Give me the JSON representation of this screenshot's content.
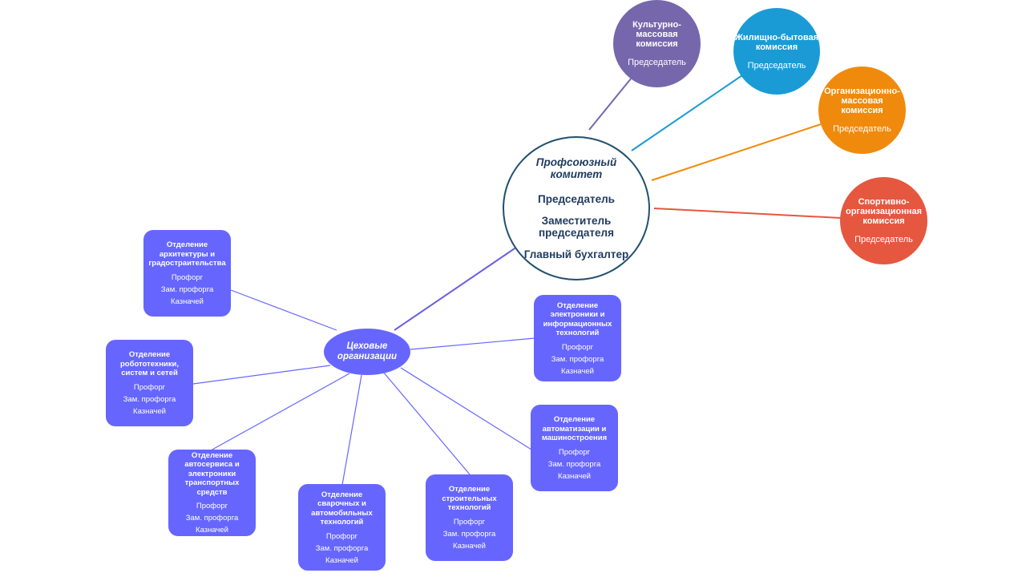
{
  "committee": {
    "title": "Профсоюзный комитет",
    "roles": [
      "Председатель",
      "Заместитель председателя",
      "Главный бухгалтер"
    ]
  },
  "workshop": {
    "title": "Цеховые организации"
  },
  "commissions": [
    {
      "title": "Культурно-массовая комиссия",
      "role": "Председатель",
      "color": "#7667ad"
    },
    {
      "title": "Жилищно-бытовая комиссия",
      "role": "Председатель",
      "color": "#1a9bd5"
    },
    {
      "title": "Организационно-массовая комиссия",
      "role": "Председатель",
      "color": "#f08a0c"
    },
    {
      "title": "Спортивно-организационная комиссия",
      "role": "Председатель",
      "color": "#e5573f"
    }
  ],
  "departments": [
    {
      "title": "Отделение архитектуры и градостраительства",
      "roles": [
        "Профорг",
        "Зам. профорга",
        "Казначей"
      ]
    },
    {
      "title": "Отделение робототехники, систем и сетей",
      "roles": [
        "Профорг",
        "Зам. профорга",
        "Казначей"
      ]
    },
    {
      "title": "Отделение автосервиса и электроники транспортных средств",
      "roles": [
        "Профорг",
        "Зам. профорга",
        "Казначей"
      ]
    },
    {
      "title": "Отделение сварочных и автомобильных технологий",
      "roles": [
        "Профорг",
        "Зам. профорга",
        "Казначей"
      ]
    },
    {
      "title": "Отделение строительных технологий",
      "roles": [
        "Профорг",
        "Зам. профорга",
        "Казначей"
      ]
    },
    {
      "title": "Отделение автоматизации и машиностроения",
      "roles": [
        "Профорг",
        "Зам. профорга",
        "Казначей"
      ]
    },
    {
      "title": "Отделение электроники и информационных технологий",
      "roles": [
        "Профорг",
        "Зам. профорга",
        "Казначей"
      ]
    }
  ],
  "colors": {
    "committee_border": "#22506e",
    "department": "#6666ff",
    "workshop_link": "#6a5fe0"
  }
}
